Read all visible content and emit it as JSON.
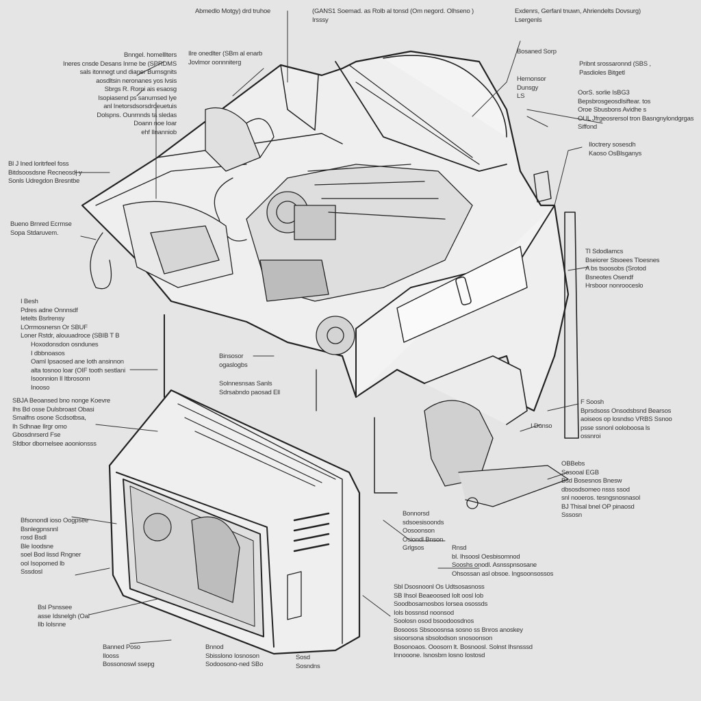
{
  "diagram": {
    "title": "Engine compartment exploded diagram",
    "callouts": [
      {
        "id": "c1",
        "lines": [
          "Abmedlo Motgy) drd truhoe"
        ]
      },
      {
        "id": "c2",
        "lines": [
          "(GANS1 Soemad. as Rolb al tonsd (Om negord. Olhseno )",
          "Irsssy"
        ]
      },
      {
        "id": "c3",
        "lines": [
          "Exdenrs, Gerfanl tnuwn, Ahriendelts Dovsurg)",
          "Lsergenls"
        ]
      },
      {
        "id": "c4",
        "lines": [
          "Bnngel. homelllters",
          "Ineres cnsde Desans Inrne be (SPRDMS",
          "sals itonnegt und dianer Burnsgnits",
          "aosdltsin neronanes yos lvsis",
          "Sbrgs R. Rorni ais esaosg",
          "Isopiasend ps sanumsed lye",
          "anl Inetorsdsorsdroeuetuis",
          "Dolspns. Ounrnnds ta sledas",
          "Doann noe Ioar",
          "ehf Ilnanniob"
        ]
      },
      {
        "id": "c5",
        "lines": [
          "Ilre onedlter (SBm al enarb",
          "Jovlmor oonnniterg"
        ]
      },
      {
        "id": "c6",
        "lines": [
          "Bosaned Sorp"
        ]
      },
      {
        "id": "c7",
        "lines": [
          "Pribnt srossaronnd (SBS ,",
          "Pasdioles Bitgetl"
        ]
      },
      {
        "id": "c8",
        "lines": [
          "Hernonsor",
          "Dunsgy",
          "LS"
        ]
      },
      {
        "id": "c9",
        "lines": [
          "OorS. sorlie IsBG3",
          "Bepsbrosgeosdlsiftear. tos",
          "Oroe Sbusbons Avidhe s",
          "OUL Jfrgeosrersol tron Basngnylondgrgas",
          "Siffond"
        ]
      },
      {
        "id": "c10",
        "lines": [
          "Iloctrery sosesdh",
          "Kaoso OsBlsganys"
        ]
      },
      {
        "id": "c11",
        "lines": [
          "Bl J Ined loritrfeel foss",
          "Bitdsoosdsne Recneosd| y",
          "Sonls Udregdon Bresntbe"
        ]
      },
      {
        "id": "c12",
        "lines": [
          "Bueno Brnred Ecrmse",
          "Sopa Stdaruvem."
        ]
      },
      {
        "id": "c13",
        "lines": [
          "Tl Sdodlamcs",
          "Bseiorer Stsoees Tloesnes",
          "A bs tsoosobs (Srotod",
          "Bsneotes Osendf",
          "Hrsboor nonrooceslo"
        ]
      },
      {
        "id": "c14",
        "lines": [
          "I Besh",
          "Pdres adne Onnnsdf",
          "Ietelts Bsrlrensy",
          "LOrrmosnersn Or SBUF",
          "Loner Rstdr, alouuadroce (SBIB T B"
        ]
      },
      {
        "id": "c15",
        "lines": [
          "Hoxodonsdon osndunes",
          "I dbbnoasos",
          "Oaml Ipsaosed ane Ioth ansinnon",
          "alta tosnoo loar (OIF  tooth sestlani",
          "Isoonnion Il Itbrosonn",
          "Inooso"
        ]
      },
      {
        "id": "c16",
        "lines": [
          "Binsosor",
          "ogaslogbs"
        ]
      },
      {
        "id": "c17",
        "lines": [
          "Solnnesnsas Sanls",
          "Sdrsabndo paosad Ell"
        ]
      },
      {
        "id": "c18",
        "lines": [
          "SBJA Beoansed bno nonge Koevre",
          "Ihs Bd osse Dulsbroast Obasi",
          "Smalfns osone Scdsotbsa,",
          "Ih Sdhnae Ilrgr omo",
          "Gbosdnrserd Fse",
          "Sfdbor dbornelsee aoonionsss"
        ]
      },
      {
        "id": "c19",
        "lines": [
          "F Soosh",
          "Bprsdsoss Onsodsbsnd Bearsos",
          "aoiseos op losndso VRBS Ssnoo",
          "psse ssnonl ooloboosa ls",
          "ossnroi"
        ]
      },
      {
        "id": "c20",
        "lines": [
          "I Dunso"
        ]
      },
      {
        "id": "c21",
        "lines": [
          "OBBebs",
          "Sosooal EGB",
          "Bsd Bosesnos Bnesw",
          "dbsosdsomeo nsss ssod",
          "snl nooeros. tesngsnosnasol",
          "BJ Thisal bnel OP  pinaosd",
          "Sssosn"
        ]
      },
      {
        "id": "c22",
        "lines": [
          "Bonnorsd",
          "sdsoesisoonds",
          "Oosoonson",
          "Osiondl Bnson",
          "Grlgsos"
        ]
      },
      {
        "id": "c23",
        "lines": [
          "Rnsd",
          "bl. Ihsoosl Oesbisomnod",
          "Sooshs onodl. Asnsspnsosane",
          "Ohsossan asl obsoe. Ingsoonsossos"
        ]
      },
      {
        "id": "c24",
        "lines": [
          "Sbl Dsosnoonl   Os Udtsosasnoss",
          "SB Ihsol Beaeoosed Iolt oosl Iob",
          "Soodbosarnosbos Iorsea osossds",
          "Iols bossnsd noonsod",
          "Soolosn osod bsoodoosdnos",
          "Bosooss Sbsooosnsa sosno ss Bnros anoskey",
          "sisoorsona sbsolodson snosoonson",
          "Bosonoaos. Ooosom lt. Bosnoosl. Solnst Ihsnsssd",
          "Innooone. Isnosbm losno Iostosd"
        ]
      },
      {
        "id": "c25",
        "lines": [
          "Bfsonondl ioso Oogpsee",
          "Bsnlegpnsnnl",
          "rosd Bsdl",
          "Ble Ioodsne",
          "soel Bod lissd Rngner",
          "ool Isopomed lb",
          "Sssdosl"
        ]
      },
      {
        "id": "c26",
        "lines": [
          "Bsl Psnssee",
          "asse Idsnelgh (Oal",
          "Ilb Iolsnne"
        ]
      },
      {
        "id": "c27",
        "lines": [
          "Banned Poso",
          "Ilooss",
          "Bossonoswl ssepg"
        ]
      },
      {
        "id": "c28",
        "lines": [
          "Bnnod",
          "Sbisslono Iosnoson",
          "Sodoosono-ned SBo"
        ]
      },
      {
        "id": "c29",
        "lines": [
          "Sosd",
          "Sosndns"
        ]
      }
    ]
  }
}
